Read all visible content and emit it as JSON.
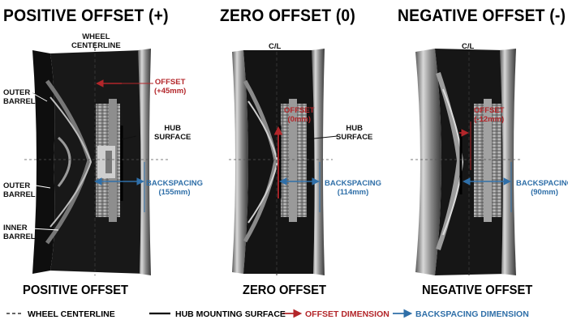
{
  "panels": [
    {
      "title": "POSITIVE OFFSET (+)",
      "subtitle": "POSITIVE OFFSET",
      "centerline_label_line1": "WHEEL",
      "centerline_label_line2": "CENTERLINE",
      "offset_label": "OFFSET",
      "offset_value": "(+45mm)",
      "hub_label_line1": "HUB",
      "hub_label_line2": "SURFACE",
      "backspacing_label": "BACKSPACING",
      "backspacing_value": "(155mm)",
      "outer_barrel_top_line1": "OUTER",
      "outer_barrel_top_line2": "BARREL",
      "outer_barrel_bottom_line1": "OUTER",
      "outer_barrel_bottom_line2": "BARREL",
      "inner_barrel_line1": "INNER",
      "inner_barrel_line2": "BARREL"
    },
    {
      "title": "ZERO OFFSET (0)",
      "subtitle": "ZERO OFFSET",
      "centerline_label": "C/L",
      "offset_label": "OFFSET",
      "offset_value": "(0mm)",
      "hub_label_line1": "HUB",
      "hub_label_line2": "SURFACE",
      "backspacing_label": "BACKSPACING",
      "backspacing_value": "(114mm)"
    },
    {
      "title": "NEGATIVE OFFSET (-)",
      "subtitle": "NEGATIVE OFFSET",
      "centerline_label": "C/L",
      "offset_label": "OFFSET",
      "offset_value": "(-12mm)",
      "backspacing_label": "BACKSPACING",
      "backspacing_value": "(90mm)"
    }
  ],
  "legend": {
    "centerline": "WHEEL CENTERLINE",
    "hub": "HUB MOUNTING SURFACE",
    "offset": "OFFSET DIMENSION",
    "backspacing": "BACKSPACING DIMENSION"
  },
  "colors": {
    "offset": "#b3262a",
    "backspacing": "#2f6fa8",
    "hub": "#000000",
    "centerline": "#333333"
  }
}
